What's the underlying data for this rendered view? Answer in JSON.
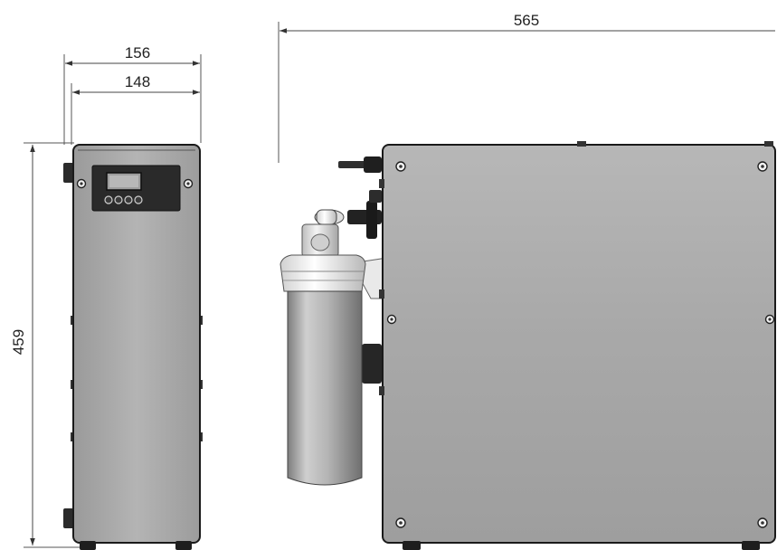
{
  "dimensions": {
    "side_outer_width": "156",
    "side_inner_width": "148",
    "height": "459",
    "front_width": "565"
  },
  "display_panel": {
    "button_count": 4
  },
  "colors": {
    "housing": "#a8a8a8",
    "panel": "#2a2a2a",
    "filter": "#b5b5b5",
    "outline": "#1a1a1a"
  }
}
